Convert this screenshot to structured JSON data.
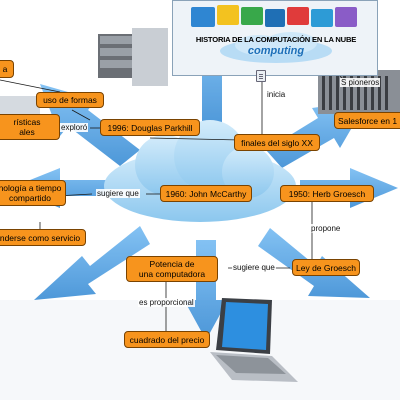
{
  "header": {
    "title": "HISTORIA DE LA COMPUTACIÓN EN LA NUBE",
    "subtitle": "computing"
  },
  "nodes": {
    "top_left_partial": "a",
    "uso_de_formas": "uso de formas",
    "caracteristicas": "rísticas\nales",
    "douglas_parkhill": "1996: Douglas Parkhill",
    "finales_siglo": "finales del siglo XX",
    "salesforce": "Salesforce en 1",
    "tecnologia": "nología a tiempo\ncompartido",
    "john_mccarthy": "1960: John McCarthy",
    "herb_groesch": "1950: Herb Groesch",
    "venderse": "nderse como servicio",
    "potencia": "Potencia de\nuna computadora",
    "ley_groesch": "Ley de Groesch",
    "cuadrado": "cuadrado del precio"
  },
  "links": {
    "inicia": "inicia",
    "exploro": "exploró",
    "sugiere_que_1": "sugiere que",
    "propone": "propone",
    "sugiere_que_2": "sugiere que",
    "es_proporcional": "es proporcional",
    "pioneros": "S  pioneros"
  },
  "colors": {
    "node_fill": "#f7941d",
    "node_border": "#7a4300",
    "arrow_blue": "#4aa0e6",
    "cloud": "#a9d6f5"
  }
}
